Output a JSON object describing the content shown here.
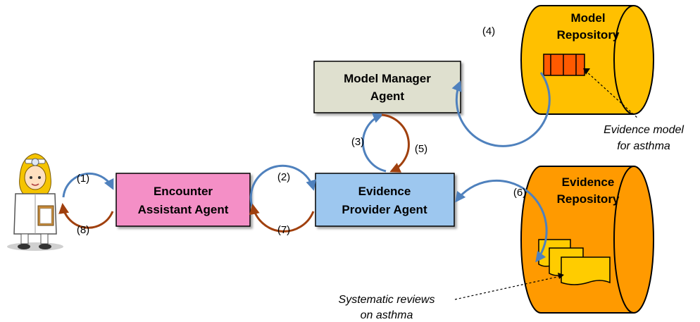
{
  "agents": {
    "encounter": {
      "line1": "Encounter",
      "line2": "Assistant Agent"
    },
    "evidence_provider": {
      "line1": "Evidence",
      "line2": "Provider Agent"
    },
    "model_manager": {
      "line1": "Model Manager",
      "line2": "Agent"
    }
  },
  "repositories": {
    "model": {
      "line1": "Model",
      "line2": "Repository"
    },
    "evidence": {
      "line1": "Evidence",
      "line2": "Repository"
    }
  },
  "steps": [
    "(1)",
    "(2)",
    "(3)",
    "(4)",
    "(5)",
    "(6)",
    "(7)",
    "(8)"
  ],
  "notes": {
    "evidence_model": {
      "line1": "Evidence model",
      "line2": "for asthma"
    },
    "systematic_reviews": {
      "line1": "Systematic reviews",
      "line2": "on asthma"
    }
  },
  "colors": {
    "request_arrow": "#4f81bd",
    "response_arrow": "#a0400e",
    "encounter_box": "#f48fc6",
    "evidence_provider_box": "#9dc7ef",
    "model_manager_box": "#dfe0cf",
    "model_repository": "#ffc000",
    "evidence_repository": "#ff9a00",
    "model_icon": "#ff5a00"
  }
}
